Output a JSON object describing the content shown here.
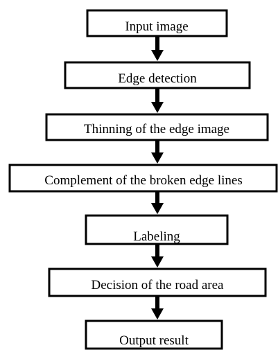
{
  "flowchart": {
    "steps": [
      {
        "label": "Input image"
      },
      {
        "label": "Edge detection"
      },
      {
        "label": "Thinning of the edge image"
      },
      {
        "label": "Complement of the broken edge lines"
      },
      {
        "label": "Labeling"
      },
      {
        "label": "Decision of the road area"
      },
      {
        "label": "Output result"
      }
    ]
  }
}
